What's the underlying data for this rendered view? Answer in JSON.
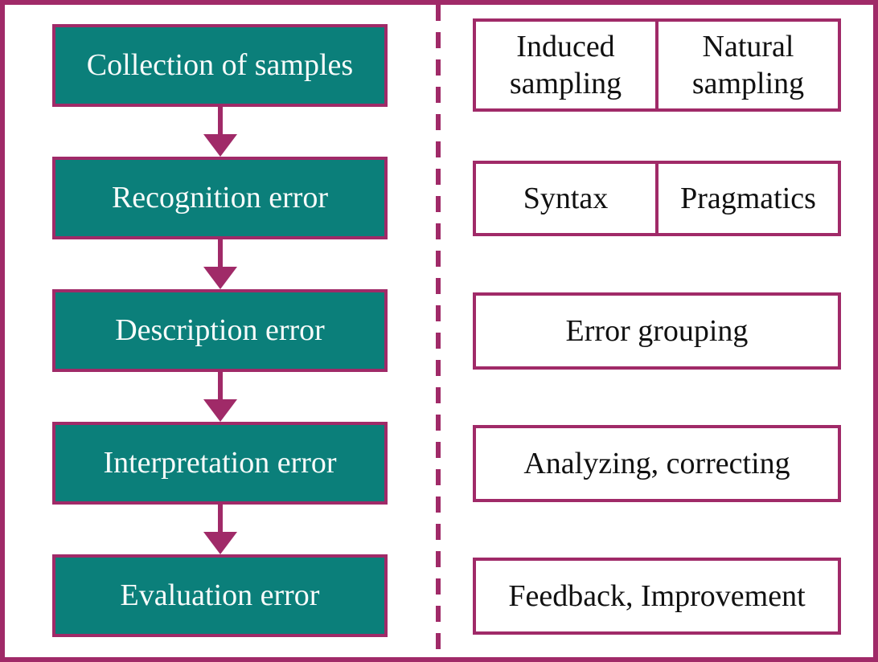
{
  "colors": {
    "teal": "#0B7F7A",
    "magenta": "#A02A68",
    "bg": "#FFFFFF",
    "left_text": "#F7FBFA",
    "right_text": "#111111"
  },
  "flow": {
    "stages": [
      "Collection of samples",
      "Recognition error",
      "Description error",
      "Interpretation error",
      "Evaluation error"
    ]
  },
  "details": {
    "rows": [
      [
        "Induced sampling",
        "Natural sampling"
      ],
      [
        "Syntax",
        "Pragmatics"
      ],
      [
        "Error grouping"
      ],
      [
        "Analyzing, correcting"
      ],
      [
        "Feedback, Improvement"
      ]
    ]
  }
}
